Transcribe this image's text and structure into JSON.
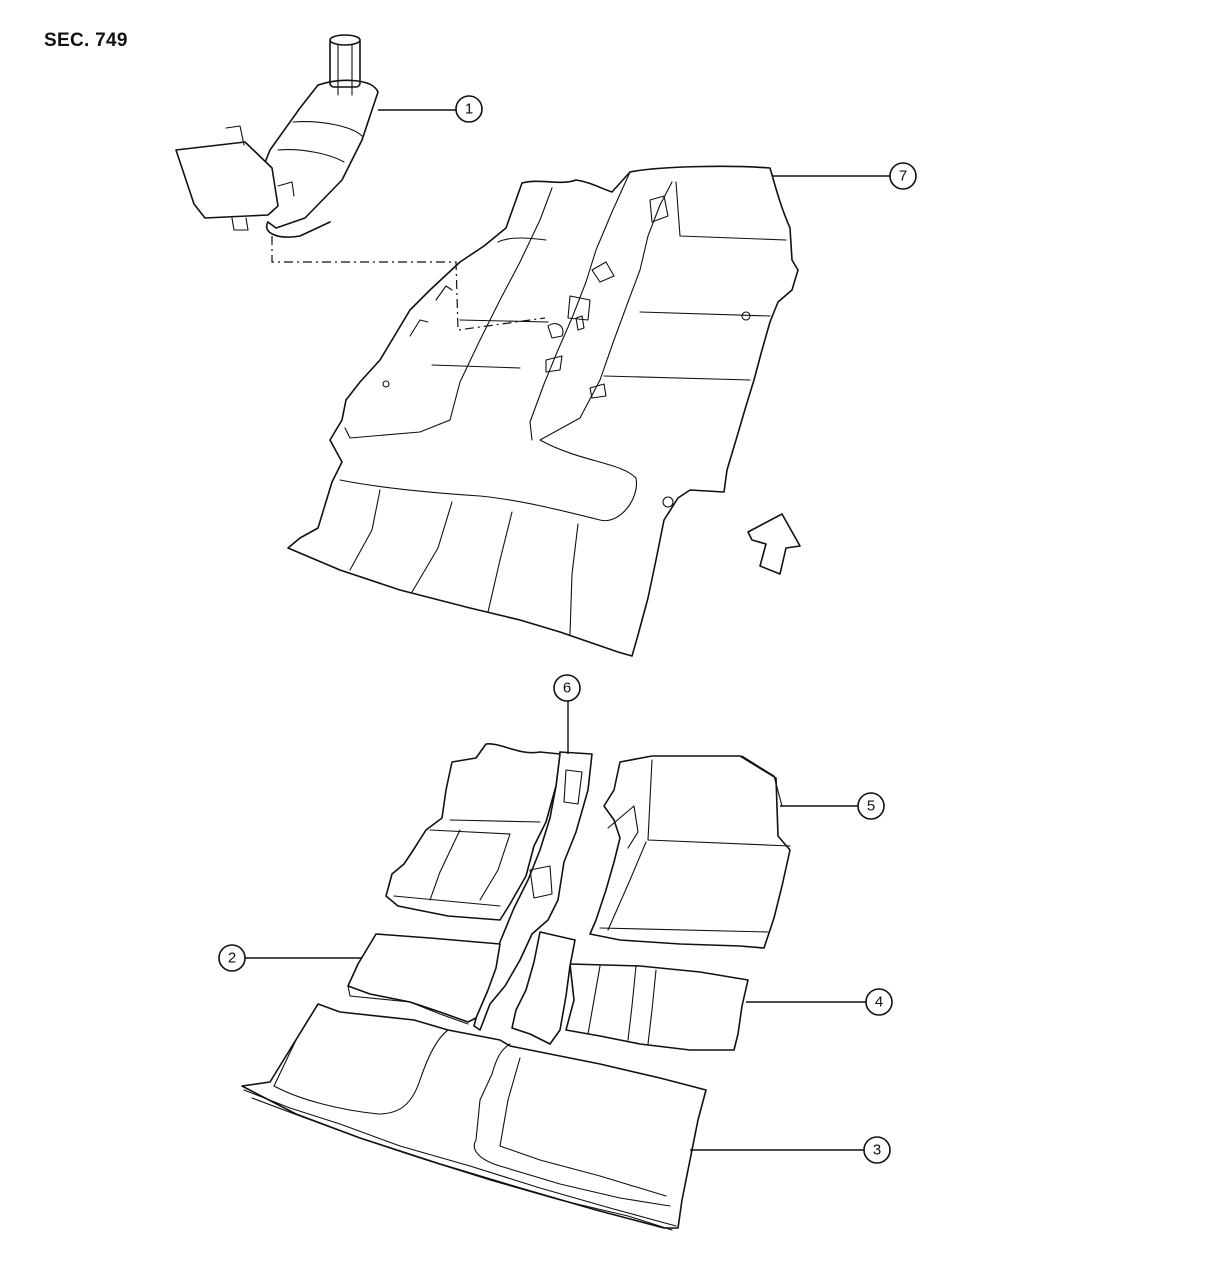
{
  "header": {
    "section_label": "SEC. 749"
  },
  "callouts": [
    {
      "id": "c1",
      "number": "1"
    },
    {
      "id": "c2",
      "number": "2"
    },
    {
      "id": "c3",
      "number": "3"
    },
    {
      "id": "c4",
      "number": "4"
    },
    {
      "id": "c5",
      "number": "5"
    },
    {
      "id": "c6",
      "number": "6"
    },
    {
      "id": "c7",
      "number": "7"
    }
  ],
  "front_arrow": {
    "icon": "front-direction-arrow-icon"
  }
}
